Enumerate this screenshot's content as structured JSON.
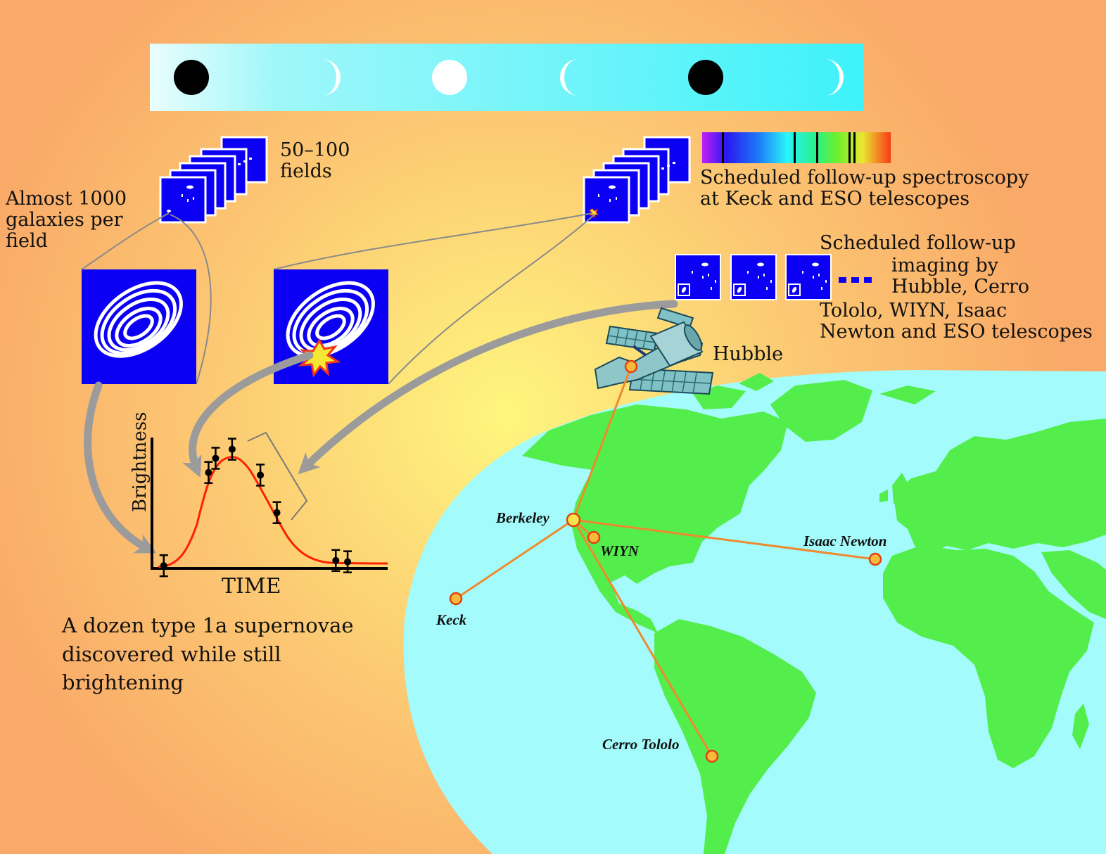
{
  "colors": {
    "background_outer": "#F9AE6A",
    "background_glow": "#FEF07C",
    "ocean": "#A3FBFB",
    "land": "#54EE4C",
    "field_blue": "#0B00F4",
    "light_curve": "#FF2000",
    "network_line": "#EE8A2E",
    "site_marker": "#F8BA3A"
  },
  "moon_phases": [
    "new",
    "first-quarter",
    "full",
    "last-quarter",
    "new",
    "first-quarter"
  ],
  "labels": {
    "fields_count": "50–100\nfields",
    "galaxies": "Almost 1000\ngalaxies per\nfield",
    "spectroscopy": "Scheduled follow-up spectroscopy\nat Keck and ESO telescopes",
    "imaging_line1": "Scheduled follow-up",
    "imaging_line2": "imaging by\nHubble, Cerro",
    "imaging_line3": "Tololo, WIYN, Isaac\nNewton and ESO telescopes",
    "hubble": "Hubble",
    "discovery": "A dozen type 1a supernovae\ndiscovered while still\nbrightening"
  },
  "chart_data": {
    "type": "scatter",
    "ylabel": "Brightness",
    "xlabel": "TIME",
    "x": [
      0.05,
      0.24,
      0.27,
      0.34,
      0.46,
      0.53,
      0.78,
      0.83
    ],
    "y": [
      0.01,
      0.73,
      0.84,
      0.91,
      0.71,
      0.42,
      0.05,
      0.04
    ],
    "curve": "rising-then-falling light curve with error bars"
  },
  "sites": [
    {
      "name": "Berkeley"
    },
    {
      "name": "WIYN"
    },
    {
      "name": "Isaac Newton"
    },
    {
      "name": "Keck"
    },
    {
      "name": "Cerro Tololo"
    }
  ]
}
